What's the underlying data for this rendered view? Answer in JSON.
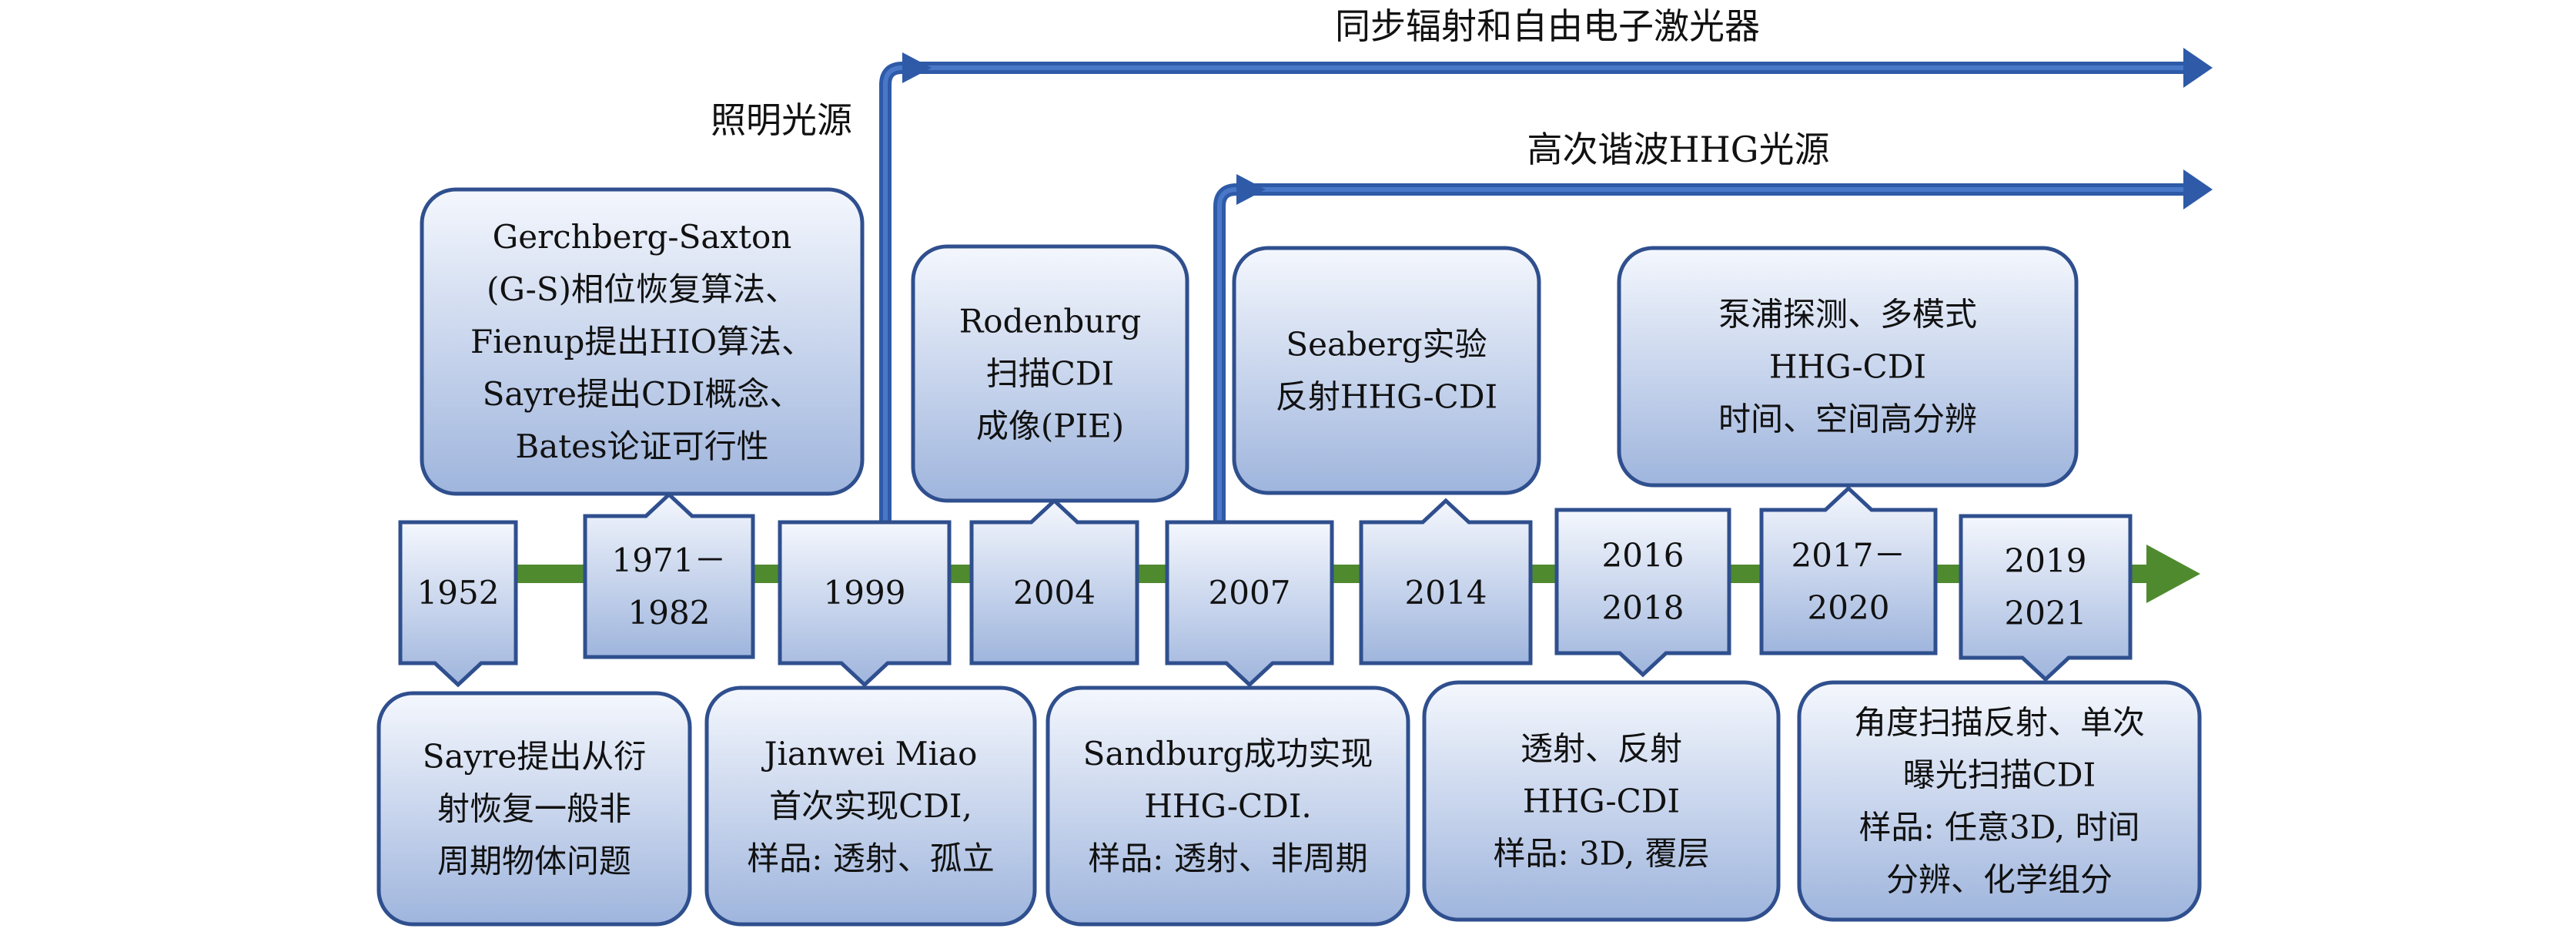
{
  "tracks": [
    {
      "label": "同步辐射和自由电子激光器"
    },
    {
      "label": "高次谐波HHG光源"
    },
    {
      "label": "照明光源"
    }
  ],
  "years": [
    {
      "lines": [
        "1952"
      ]
    },
    {
      "lines": [
        "1971－",
        "1982"
      ]
    },
    {
      "lines": [
        "1999"
      ]
    },
    {
      "lines": [
        "2004"
      ]
    },
    {
      "lines": [
        "2007"
      ]
    },
    {
      "lines": [
        "2014"
      ]
    },
    {
      "lines": [
        "2016",
        "2018"
      ]
    },
    {
      "lines": [
        "2017－",
        "2020"
      ]
    },
    {
      "lines": [
        "2019",
        "2021"
      ]
    }
  ],
  "top_events": [
    {
      "lines": [
        "Gerchberg-Saxton",
        "(G-S)相位恢复算法、",
        "Fienup提出HIO算法、",
        "Sayre提出CDI概念、",
        "Bates论证可行性"
      ]
    },
    {
      "lines": [
        "Rodenburg",
        "扫描CDI",
        "成像(PIE)"
      ]
    },
    {
      "lines": [
        "Seaberg实验",
        "反射HHG-CDI"
      ]
    },
    {
      "lines": [
        "泵浦探测、多模式",
        "HHG-CDI",
        "时间、空间高分辨"
      ]
    }
  ],
  "bottom_events": [
    {
      "lines": [
        "Sayre提出从衍",
        "射恢复一般非",
        "周期物体问题"
      ]
    },
    {
      "lines": [
        "Jianwei Miao",
        "首次实现CDI,",
        "样品: 透射、孤立"
      ]
    },
    {
      "lines": [
        "Sandburg成功实现",
        "HHG-CDI.",
        "样品: 透射、非周期"
      ]
    },
    {
      "lines": [
        "透射、反射",
        "HHG-CDI",
        "样品: 3D, 覆层"
      ]
    },
    {
      "lines": [
        "角度扫描反射、单次",
        "曝光扫描CDI",
        "样品: 任意3D, 时间",
        "分辨、化学组分"
      ]
    }
  ],
  "colors": {
    "timeline": "#4f8a2f",
    "track": "#2e5aa8",
    "box_border": "#2f4f8e",
    "box_top": "#f4f7fd",
    "box_bottom": "#9fb5dd"
  }
}
